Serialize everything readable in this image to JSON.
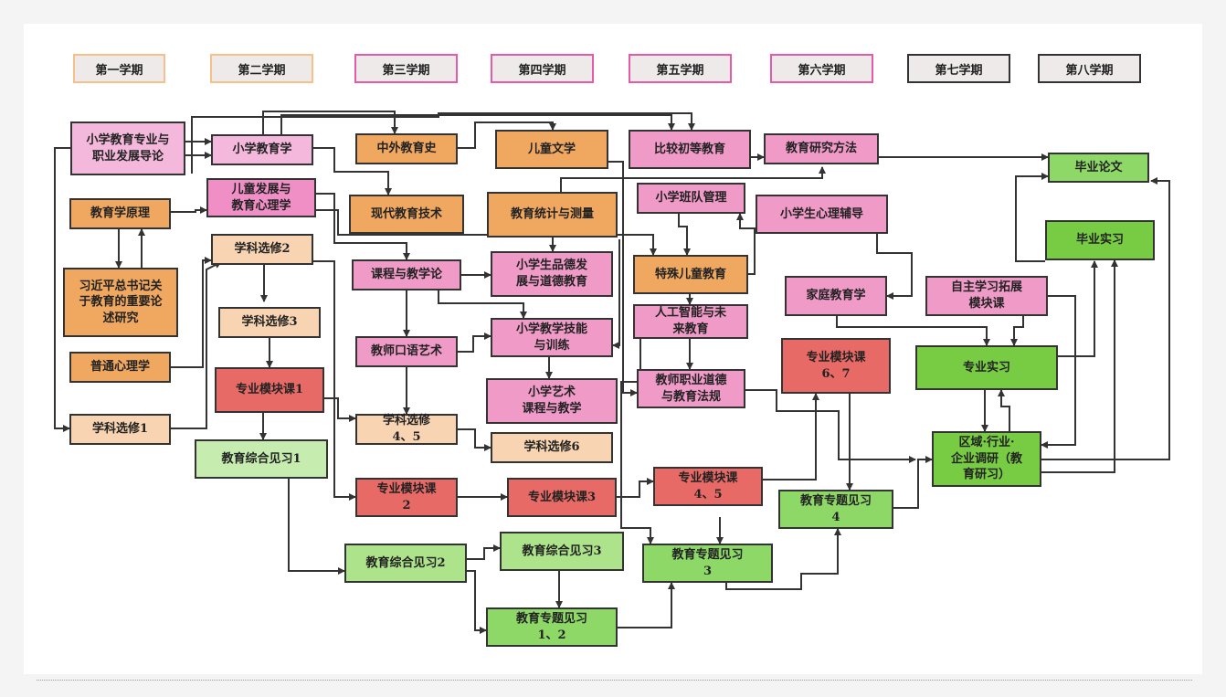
{
  "semesters": [
    "第一学期",
    "第二学期",
    "第三学期",
    "第四学期",
    "第五学期",
    "第六学期",
    "第七学期",
    "第八学期"
  ],
  "semester_border_colors": [
    "#f5c08a",
    "#e65aa8",
    "#333333"
  ],
  "courses": {
    "c1": "小学教育专业与\n职业发展导论",
    "c2": "小学教育学",
    "c3": "中外教育史",
    "c4": "儿童文学",
    "c5": "比较初等教育",
    "c6": "教育研究方法",
    "c7": "毕业论文",
    "c8": "教育学原理",
    "c9": "儿童发展与\n教育心理学",
    "c10": "现代教育技术",
    "c11": "教育统计与测量",
    "c12": "小学班队管理",
    "c13": "小学生心理辅导",
    "c14": "毕业实习",
    "c15": "学科选修2",
    "c16": "习近平总书记关\n于教育的重要论\n述研究",
    "c17": "课程与教学论",
    "c18": "小学生品德发\n展与道德教育",
    "c19": "特殊儿童教育",
    "c20": "家庭教育学",
    "c21": "自主学习拓展\n模块课",
    "c22": "学科选修3",
    "c23": "人工智能与未\n来教育",
    "c24": "教师口语艺术",
    "c25": "小学教学技能\n与训练",
    "c26": "普通心理学",
    "c27": "专业实习",
    "c28": "专业模块课\n6、7",
    "c29": "专业模块课1",
    "c30": "教师职业道德\n与教育法规",
    "c31": "小学艺术\n课程与教学",
    "c32": "学科选修\n4、5",
    "c33": "学科选修1",
    "c34": "区域·行业·\n企业调研（教\n育研习）",
    "c35": "学科选修6",
    "c36": "教育综合见习1",
    "c37": "专业模块课\n2",
    "c38": "专业模块课3",
    "c39": "专业模块课\n4、5",
    "c40": "教育专题见习\n4",
    "c41": "教育综合见习2",
    "c42": "教育综合见习3",
    "c43": "教育专题见习\n3",
    "c44": "教育专题见习\n1、2"
  },
  "colors": {
    "light_pink": "#f4b8dc",
    "pink": "#f09ac8",
    "orange": "#f0a860",
    "peach": "#f8d4b2",
    "red": "#e86a66",
    "light_green": "#c6ecb0",
    "mid_green": "#ade38a",
    "green": "#8ed868",
    "dark_green": "#78cc44"
  }
}
